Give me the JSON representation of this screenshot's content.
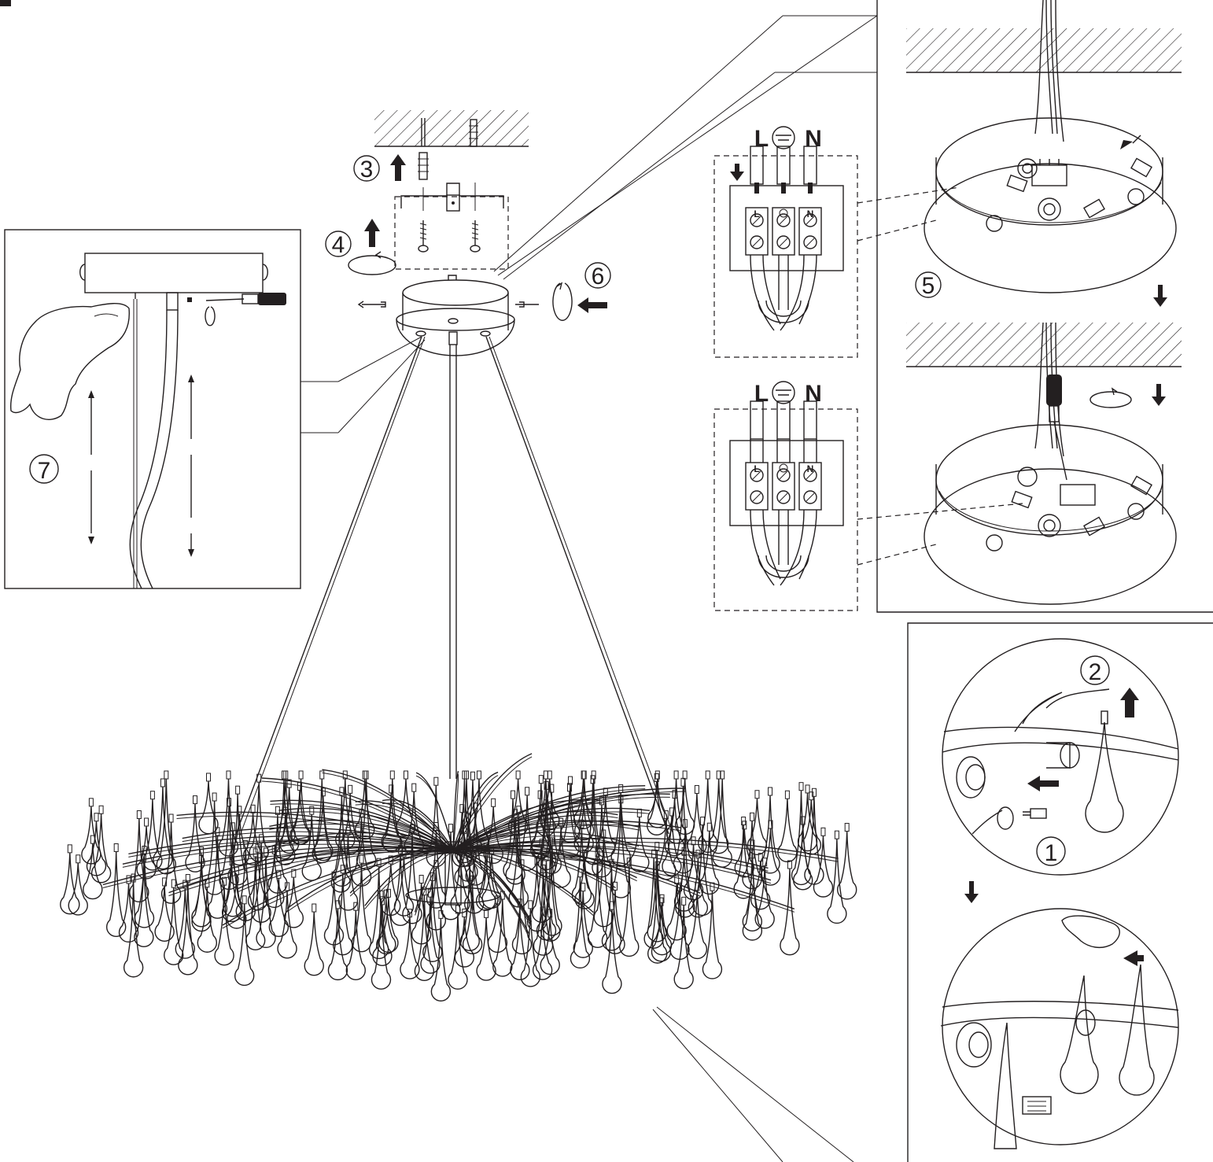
{
  "steps": [
    {
      "number": "1",
      "position": "bulb-panel-top-right"
    },
    {
      "number": "2",
      "position": "bulb-panel-top-left"
    },
    {
      "number": "3",
      "position": "ceiling-anchors"
    },
    {
      "number": "4",
      "position": "mounting-bracket"
    },
    {
      "number": "5",
      "position": "wiring-panel"
    },
    {
      "number": "6",
      "position": "canopy-screws"
    },
    {
      "number": "7",
      "position": "height-adjust-panel"
    }
  ],
  "terminal_block": {
    "heading_live": "L",
    "heading_neutral": "N",
    "label_live": "L",
    "label_neutral": "N"
  },
  "icons": {
    "earth_symbol": "earth-ground-icon",
    "rotate_arrow": "rotate-arrow-icon",
    "screwdriver": "screwdriver-icon"
  },
  "colors": {
    "line": "#231f20",
    "background": "#ffffff"
  }
}
